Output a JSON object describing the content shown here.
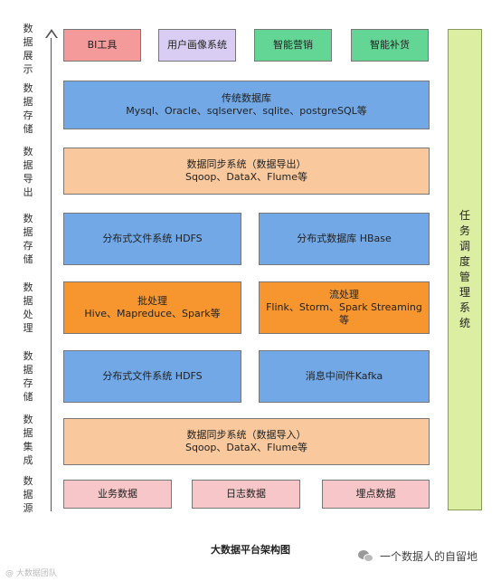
{
  "layers": [
    {
      "id": "display",
      "label": "数据展示"
    },
    {
      "id": "storage3",
      "label": "数据存储"
    },
    {
      "id": "export",
      "label": "数据导出"
    },
    {
      "id": "storage2",
      "label": "数据存储"
    },
    {
      "id": "processing",
      "label": "数据处理"
    },
    {
      "id": "storage1",
      "label": "数据存储"
    },
    {
      "id": "ingest",
      "label": "数据集成"
    },
    {
      "id": "source",
      "label": "数据源"
    }
  ],
  "display_apps": [
    "BI工具",
    "用户画像系统",
    "智能营销",
    "智能补货"
  ],
  "traditional_db": {
    "title": "传统数据库",
    "detail": "Mysql、Oracle、sqlserver、sqlite、postgreSQL等"
  },
  "sync_export": {
    "title": "数据同步系统（数据导出）",
    "detail": "Sqoop、DataX、Flume等"
  },
  "storage_upper": {
    "left": "分布式文件系统 HDFS",
    "right": "分布式数据库 HBase"
  },
  "batch": {
    "title": "批处理",
    "detail": "Hive、Mapreduce、Spark等"
  },
  "stream": {
    "title": "流处理",
    "detail": "Flink、Storm、Spark Streaming",
    "detail2": "等"
  },
  "storage_lower": {
    "left": "分布式文件系统 HDFS",
    "right": "消息中间件Kafka"
  },
  "sync_import": {
    "title": "数据同步系统（数据导入）",
    "detail": "Sqoop、DataX、Flume等"
  },
  "sources": [
    "业务数据",
    "日志数据",
    "埋点数据"
  ],
  "task_system": "任务调度管理系统",
  "caption": "大数据平台架构图",
  "brand": "一个数据人的自留地",
  "watermark": "@ 大数据团队",
  "colors": {
    "storage_blue": "#72a8e6",
    "sync_peach": "#f9c99d",
    "processing_orange": "#f7962f",
    "source_pink": "#f7c6c8",
    "task_green": "#dceea2"
  }
}
